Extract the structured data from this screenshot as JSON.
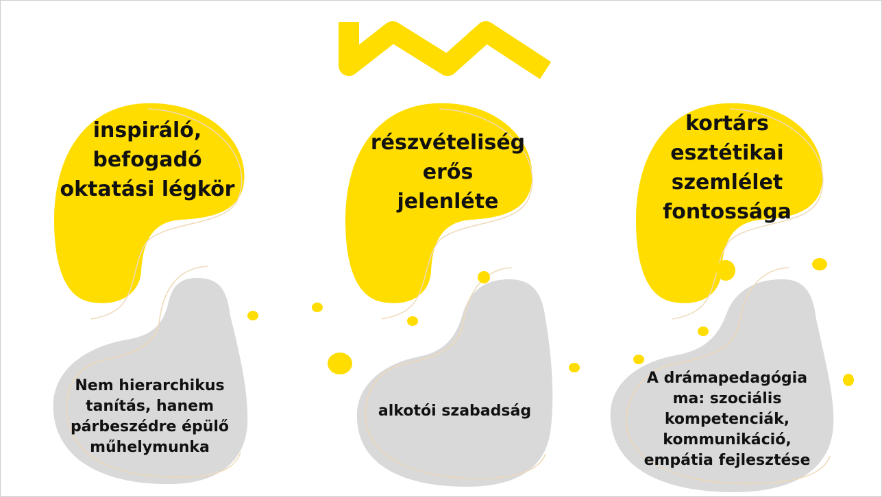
{
  "colors": {
    "accent_yellow": "#FFDD00",
    "blob_gray": "#D9D9D9",
    "outline_beige": "#EED9B8",
    "text": "#111111"
  },
  "decoration": {
    "logo": "yellow-zigzag-wave"
  },
  "columns": [
    {
      "top_text": "inspiráló,\nbefogadó\noktatási légkör",
      "bottom_text": "Nem hierarchikus\ntanítás, hanem\npárbeszédre épülő\nműhelymunka"
    },
    {
      "top_text": "részvételiség\nerős\njelenléte",
      "bottom_text": "alkotói szabadság"
    },
    {
      "top_text": "kortárs\nesztétikai\nszemlélet\nfontossága",
      "bottom_text": "A drámapedagógia\nma: szociális\nkompetenciák,\nkommunikáció,\nempátia fejlesztése"
    }
  ]
}
